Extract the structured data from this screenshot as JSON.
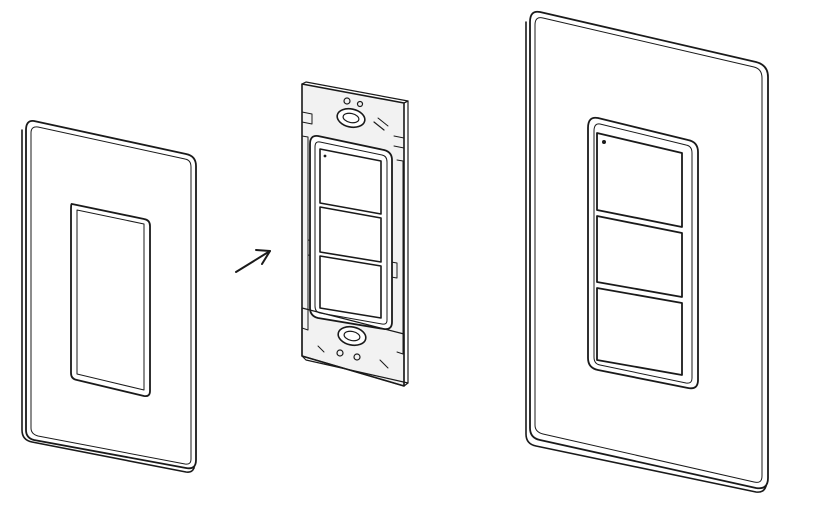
{
  "diagram": {
    "components": [
      {
        "id": "wall-plate",
        "icon": "wall-plate-icon"
      },
      {
        "id": "install-arrow",
        "icon": "arrow-icon"
      },
      {
        "id": "keypad-switch-with-bracket",
        "icon": "keypad-switch-icon",
        "buttons": 3
      },
      {
        "id": "assembled-keypad",
        "icon": "assembled-keypad-icon",
        "buttons": 3
      }
    ],
    "colors": {
      "stroke": "#1a1a1a",
      "fill": "#ffffff",
      "bracket_fill": "#f2f2f2"
    }
  }
}
